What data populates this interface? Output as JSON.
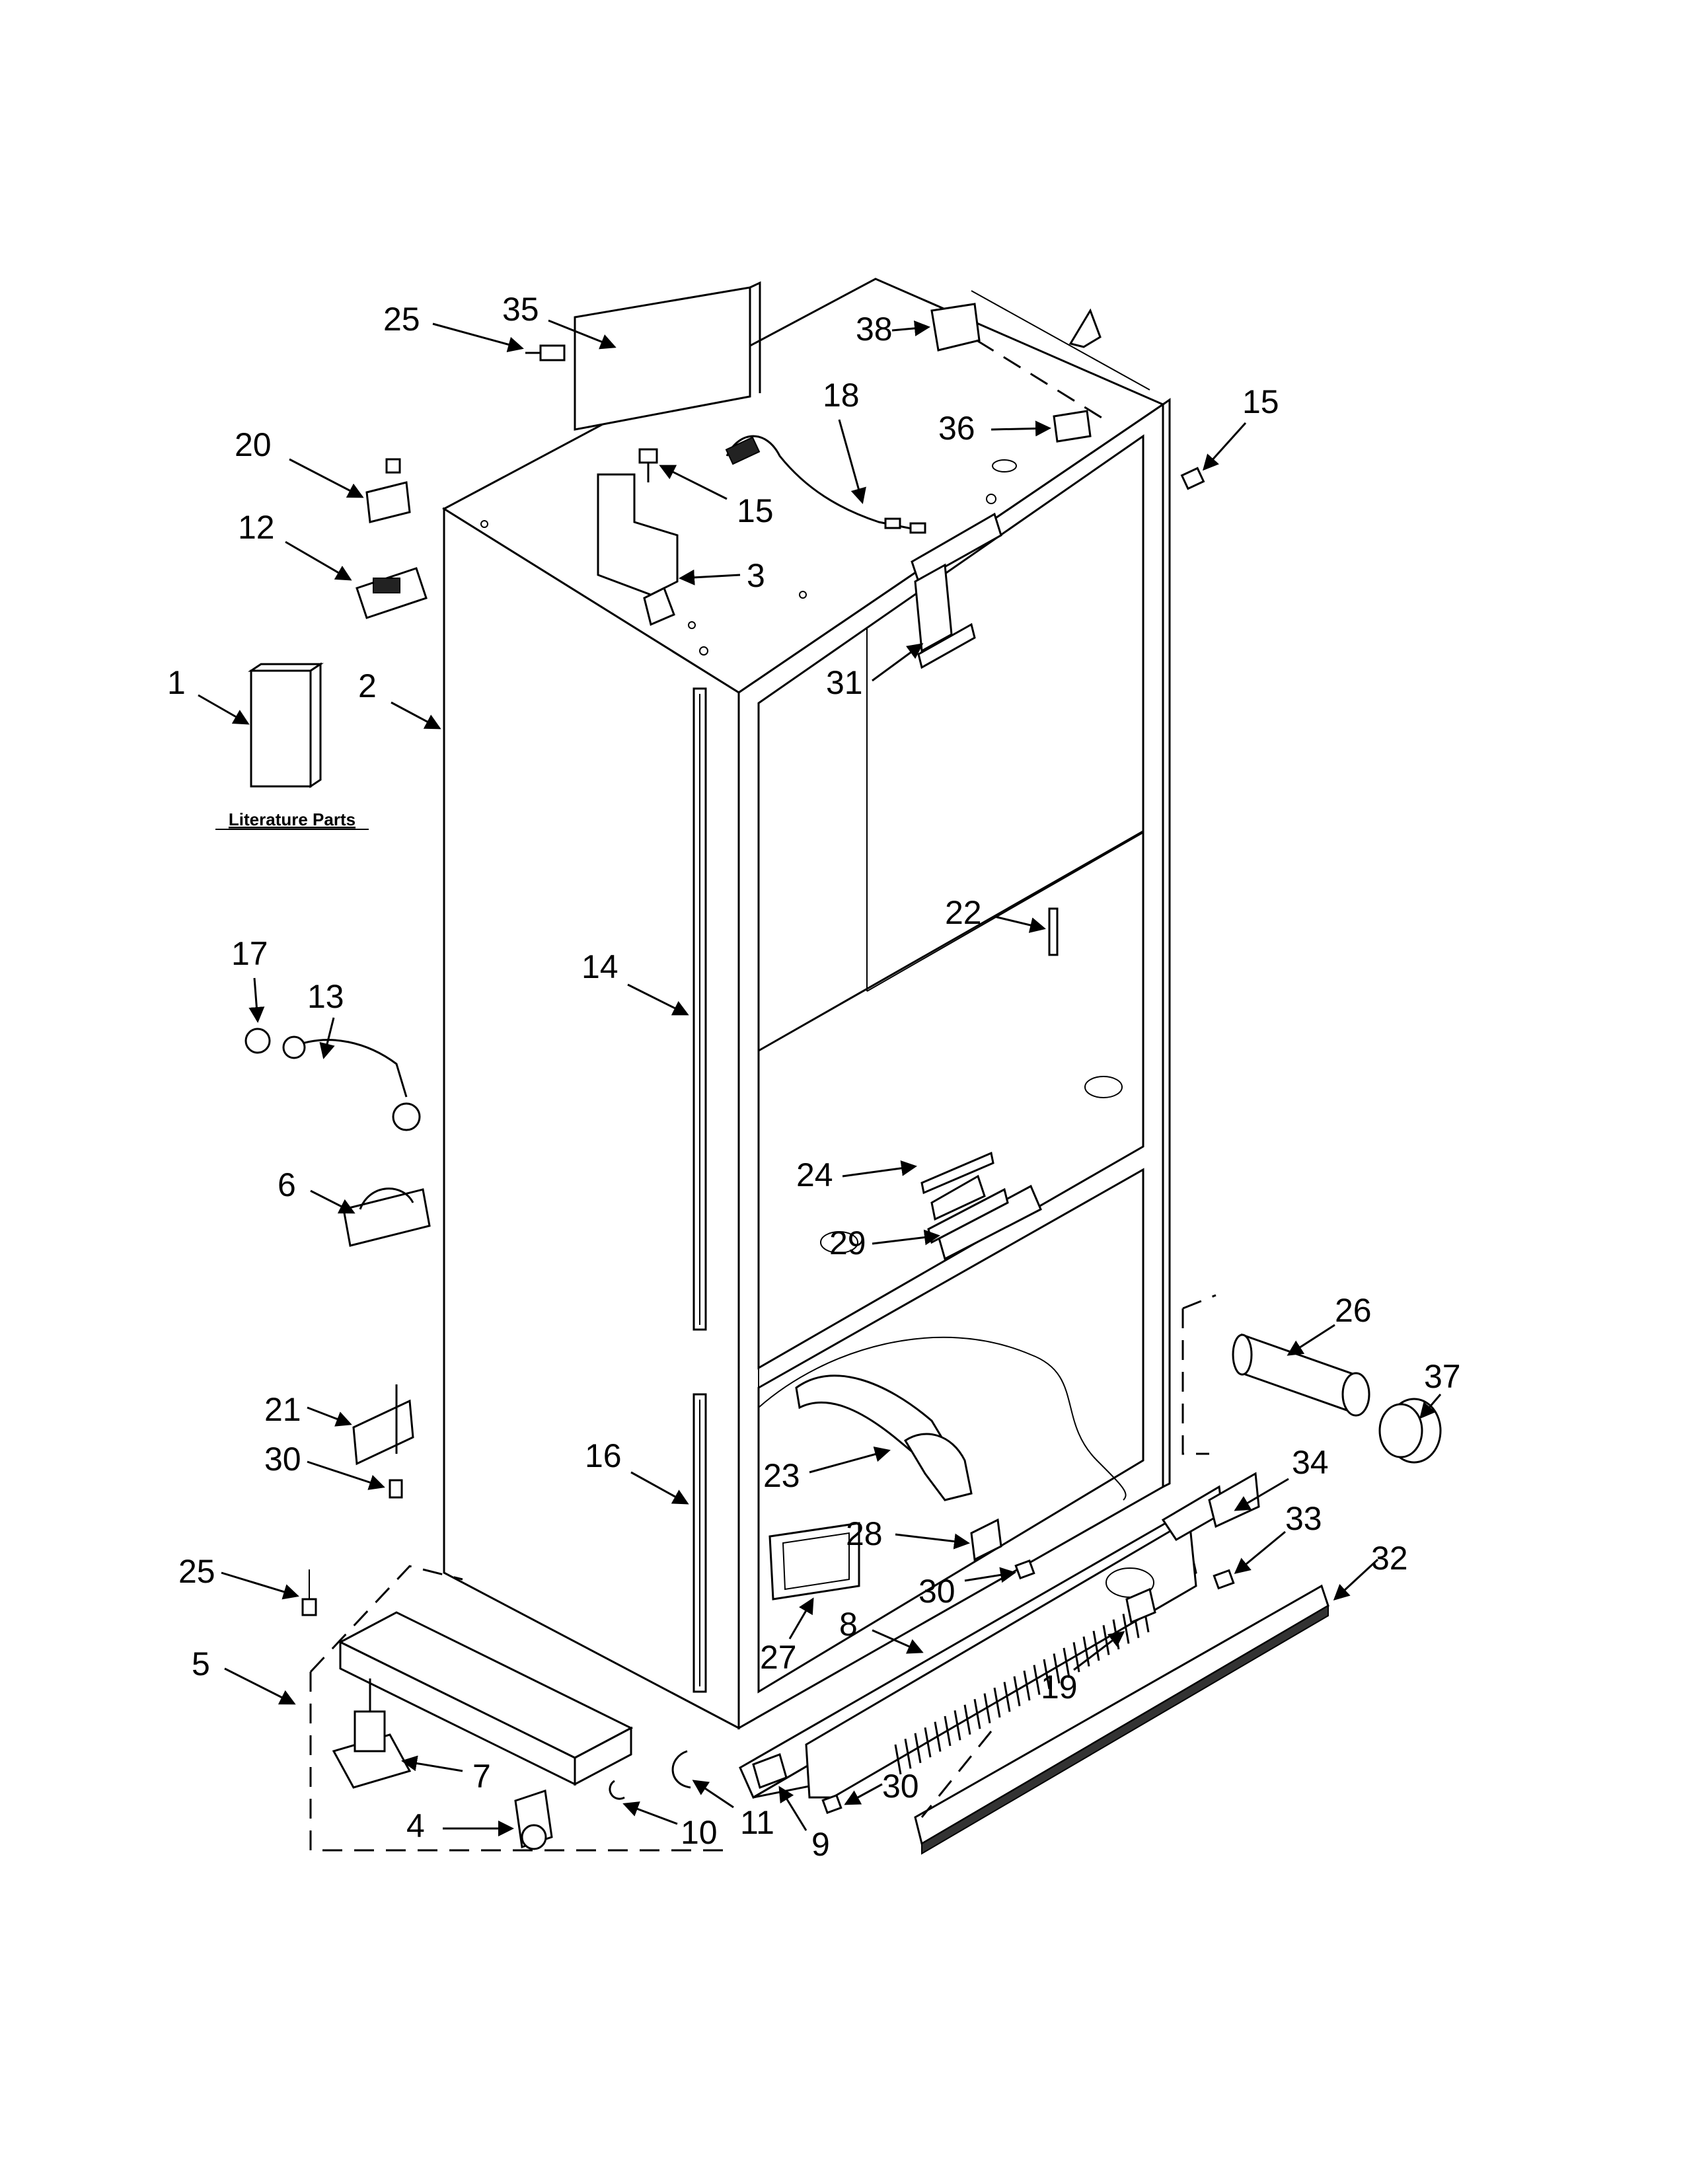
{
  "literature_label": "Literature Parts",
  "callouts": [
    {
      "id": "c1",
      "label": "1"
    },
    {
      "id": "c2",
      "label": "2"
    },
    {
      "id": "c3",
      "label": "3"
    },
    {
      "id": "c4",
      "label": "4"
    },
    {
      "id": "c5",
      "label": "5"
    },
    {
      "id": "c6",
      "label": "6"
    },
    {
      "id": "c7",
      "label": "7"
    },
    {
      "id": "c8",
      "label": "8"
    },
    {
      "id": "c9",
      "label": "9"
    },
    {
      "id": "c10",
      "label": "10"
    },
    {
      "id": "c11",
      "label": "11"
    },
    {
      "id": "c12",
      "label": "12"
    },
    {
      "id": "c13",
      "label": "13"
    },
    {
      "id": "c14",
      "label": "14"
    },
    {
      "id": "c15a",
      "label": "15"
    },
    {
      "id": "c15b",
      "label": "15"
    },
    {
      "id": "c16",
      "label": "16"
    },
    {
      "id": "c17",
      "label": "17"
    },
    {
      "id": "c18",
      "label": "18"
    },
    {
      "id": "c19",
      "label": "19"
    },
    {
      "id": "c20",
      "label": "20"
    },
    {
      "id": "c21",
      "label": "21"
    },
    {
      "id": "c22",
      "label": "22"
    },
    {
      "id": "c23",
      "label": "23"
    },
    {
      "id": "c24",
      "label": "24"
    },
    {
      "id": "c25a",
      "label": "25"
    },
    {
      "id": "c25b",
      "label": "25"
    },
    {
      "id": "c26",
      "label": "26"
    },
    {
      "id": "c27",
      "label": "27"
    },
    {
      "id": "c28",
      "label": "28"
    },
    {
      "id": "c29",
      "label": "29"
    },
    {
      "id": "c30a",
      "label": "30"
    },
    {
      "id": "c30b",
      "label": "30"
    },
    {
      "id": "c30c",
      "label": "30"
    },
    {
      "id": "c31",
      "label": "31"
    },
    {
      "id": "c32",
      "label": "32"
    },
    {
      "id": "c33",
      "label": "33"
    },
    {
      "id": "c34",
      "label": "34"
    },
    {
      "id": "c35",
      "label": "35"
    },
    {
      "id": "c36",
      "label": "36"
    },
    {
      "id": "c37",
      "label": "37"
    },
    {
      "id": "c38",
      "label": "38"
    }
  ]
}
